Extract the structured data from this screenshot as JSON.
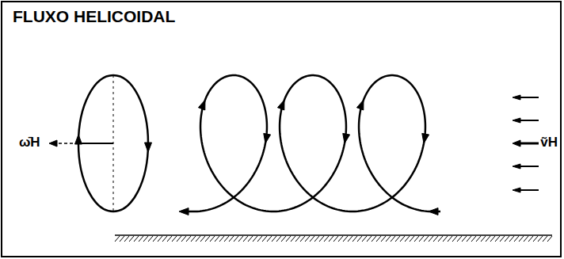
{
  "diagram": {
    "title": "FLUXO HELICOIDAL",
    "labels": [
      "ω̄H",
      "ṽH"
    ]
  }
}
